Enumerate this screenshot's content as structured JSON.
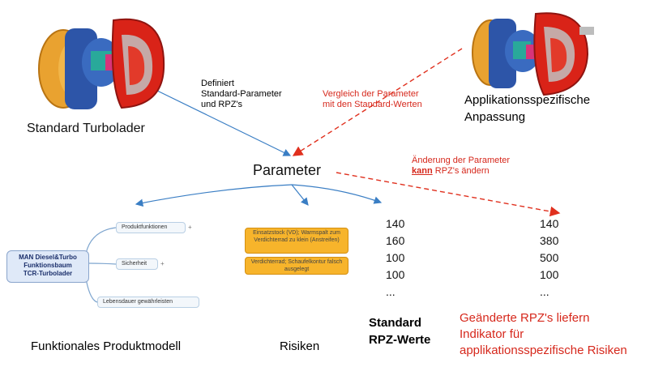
{
  "labels": {
    "standard_turbolader": "Standard Turbolader",
    "applikation_line1": "Applikationsspezifische",
    "applikation_line2": "Anpassung",
    "definiert_line1": "Definiert",
    "definiert_line2": "Standard-Parameter",
    "definiert_line3": "und RPZ's",
    "vergleich_line1": "Vergleich der Parameter",
    "vergleich_line2": "mit den Standard-Werten",
    "parameter": "Parameter",
    "aenderung_line1": "Änderung der Parameter",
    "aenderung_kann": "kann",
    "aenderung_rest": " RPZ's ändern",
    "funktionales_produktmodell": "Funktionales Produktmodell",
    "risiken": "Risiken",
    "standard_rpz_line1": "Standard",
    "standard_rpz_line2": "RPZ-Werte",
    "geaendert_line1": "Geänderte RPZ's liefern",
    "geaendert_line2": "Indikator für",
    "geaendert_line3": "applikationsspezifische Risiken"
  },
  "mindmap": {
    "center_line1": "MAN Diesel&Turbo",
    "center_line2": "Funktionsbaum",
    "center_line3": "TCR-Turbolader",
    "branches": [
      "Produktfunktionen",
      "Sicherheit",
      "Lebensdauer gewährleisten"
    ]
  },
  "risks": [
    "Einsatzstock (VD); Warmspalt zum Verdichterrad zu klein (Anstreifen)",
    "Verdichterrad; Schaufelkontur falsch ausgelegt"
  ],
  "standard_rpz_values": [
    "140",
    "160",
    "100",
    "100",
    "..."
  ],
  "changed_rpz_values": [
    "140",
    "380",
    "500",
    "100",
    "..."
  ],
  "colors": {
    "arrow_blue": "#3a7ec4",
    "arrow_red": "#e0301e",
    "text_red": "#d6281c",
    "risk_orange": "#f7b42b"
  }
}
